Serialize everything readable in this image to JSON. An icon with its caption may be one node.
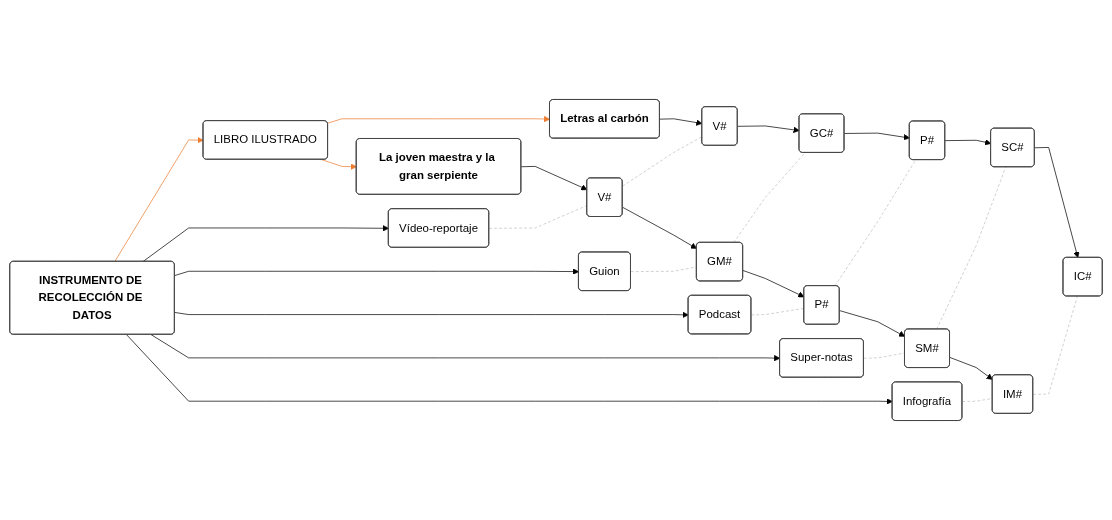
{
  "diagram": {
    "nodes": [
      {
        "text": [
          "INSTRUMENTO DE RECOLECCIÓN DE DATOS"
        ]
      },
      {
        "text": [
          "LIBRO ILUSTRADO"
        ]
      },
      {
        "text": [
          "Vídeo-reportaje"
        ]
      },
      {
        "text": [
          "Guion"
        ]
      },
      {
        "text": [
          "Podcast"
        ]
      },
      {
        "text": [
          "Super-notas"
        ]
      },
      {
        "text": [
          "Infografía"
        ]
      },
      {
        "text": [
          "La joven maestra y la gran serpiente"
        ]
      },
      {
        "text": [
          "V#"
        ]
      },
      {
        "text": [
          "GM#"
        ]
      },
      {
        "text": [
          "P#"
        ]
      },
      {
        "text": [
          "SM#"
        ]
      },
      {
        "text": [
          "IM#"
        ]
      },
      {
        "text": [
          "Letras al carbón"
        ]
      },
      {
        "text": [
          "V#"
        ]
      },
      {
        "text": [
          "GC#"
        ]
      },
      {
        "text": [
          "P#"
        ]
      },
      {
        "text": [
          "SC#"
        ]
      },
      {
        "text": [
          "IC#"
        ]
      }
    ],
    "edges": [
      {
        "from": 0,
        "to": 1,
        "arrow": "to",
        "color": "#ed7d31"
      },
      {
        "from": 0,
        "to": 2,
        "arrow": "to"
      },
      {
        "from": 0,
        "to": 3,
        "arrow": "to"
      },
      {
        "from": 0,
        "to": 4,
        "arrow": "to"
      },
      {
        "from": 0,
        "to": 5,
        "arrow": "to"
      },
      {
        "from": 0,
        "to": 6,
        "arrow": "to"
      },
      {
        "from": 1,
        "to": 7,
        "arrow": "to",
        "color": "#ed7d31"
      },
      {
        "from": 1,
        "to": 13,
        "arrow": "to",
        "color": "#ed7d31"
      },
      {
        "from": 7,
        "to": 8,
        "arrow": "to"
      },
      {
        "from": 8,
        "to": 9,
        "arrow": "to"
      },
      {
        "from": 9,
        "to": 10,
        "arrow": "to"
      },
      {
        "from": 10,
        "to": 11,
        "arrow": "to"
      },
      {
        "from": 11,
        "to": 12,
        "arrow": "to"
      },
      {
        "from": 13,
        "to": 14,
        "arrow": "to"
      },
      {
        "from": 14,
        "to": 15,
        "arrow": "to"
      },
      {
        "from": 15,
        "to": 16,
        "arrow": "to"
      },
      {
        "from": 16,
        "to": 17,
        "arrow": "to"
      },
      {
        "from": 17,
        "to": 18,
        "arrow": "to"
      },
      {
        "from": 2,
        "to": 8,
        "arrow": "none",
        "style": "dashed",
        "color": "#bfbfbf"
      },
      {
        "from": 8,
        "to": 14,
        "arrow": "none",
        "style": "dashed",
        "color": "#bfbfbf"
      },
      {
        "from": 3,
        "to": 9,
        "arrow": "none",
        "style": "dashed",
        "color": "#bfbfbf"
      },
      {
        "from": 9,
        "to": 15,
        "arrow": "none",
        "style": "dashed",
        "color": "#bfbfbf"
      },
      {
        "from": 4,
        "to": 10,
        "arrow": "none",
        "style": "dashed",
        "color": "#bfbfbf"
      },
      {
        "from": 10,
        "to": 16,
        "arrow": "none",
        "style": "dashed",
        "color": "#bfbfbf"
      },
      {
        "from": 5,
        "to": 11,
        "arrow": "none",
        "style": "dashed",
        "color": "#bfbfbf"
      },
      {
        "from": 11,
        "to": 17,
        "arrow": "none",
        "style": "dashed",
        "color": "#bfbfbf"
      },
      {
        "from": 6,
        "to": 12,
        "arrow": "none",
        "style": "dashed",
        "color": "#bfbfbf"
      },
      {
        "from": 12,
        "to": 18,
        "arrow": "none",
        "style": "dashed",
        "color": "#bfbfbf"
      }
    ]
  }
}
